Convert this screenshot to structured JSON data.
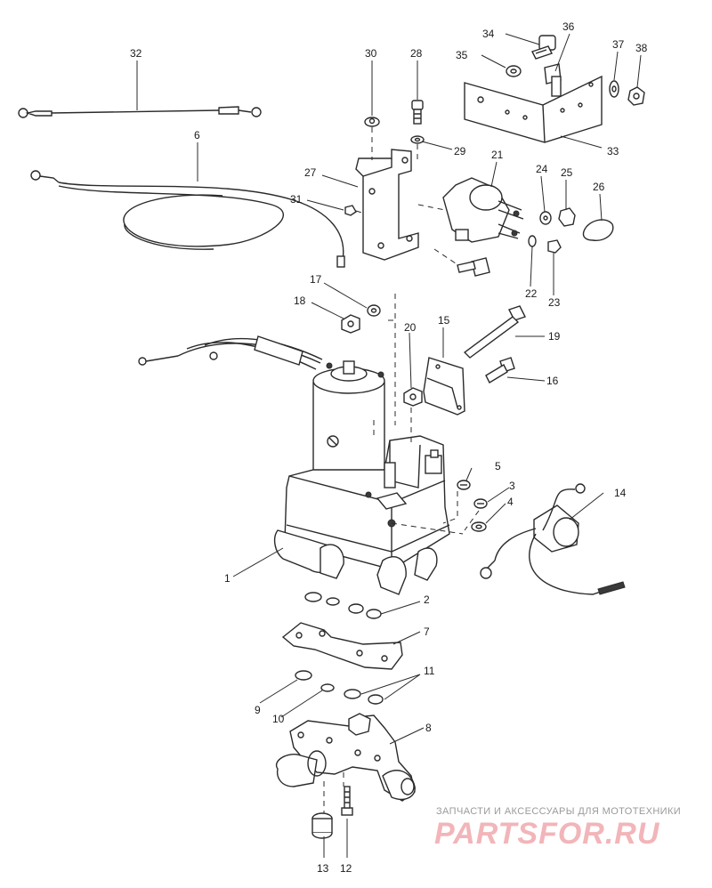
{
  "callouts": {
    "c1": "1",
    "c2": "2",
    "c3": "3",
    "c4": "4",
    "c5": "5",
    "c6": "6",
    "c7": "7",
    "c8": "8",
    "c9": "9",
    "c10": "10",
    "c11": "11",
    "c12": "12",
    "c13": "13",
    "c14": "14",
    "c15": "15",
    "c16": "16",
    "c17": "17",
    "c18": "18",
    "c19": "19",
    "c20": "20",
    "c21": "21",
    "c22": "22",
    "c23": "23",
    "c24": "24",
    "c25": "25",
    "c26": "26",
    "c27": "27",
    "c28": "28",
    "c29": "29",
    "c30": "30",
    "c31": "31",
    "c32": "32",
    "c33": "33",
    "c34": "34",
    "c35": "35",
    "c36": "36",
    "c37": "37",
    "c38": "38"
  },
  "watermark": {
    "tagline": "ЗАПЧАСТИ И АКСЕССУАРЫ ДЛЯ МОТОТЕХНИКИ",
    "logo": "PARTSFOR.RU"
  }
}
